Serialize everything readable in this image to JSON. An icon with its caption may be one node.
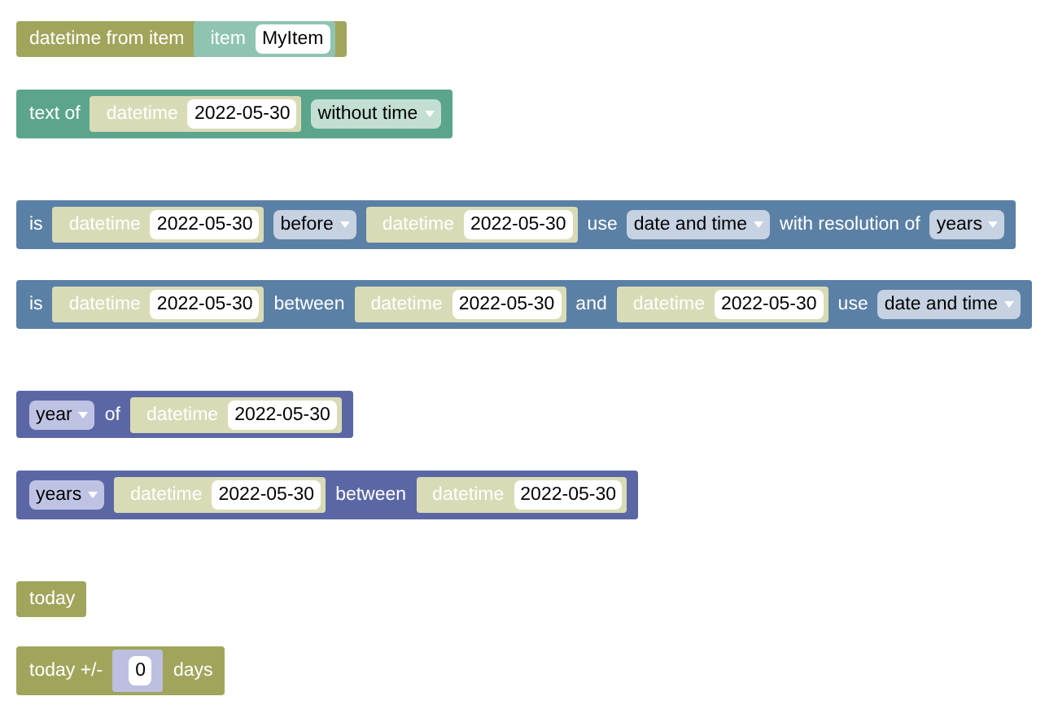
{
  "diagram": {
    "nodes": [
      {
        "text": [
          "datetime from item"
        ]
      },
      {
        "text": [
          "item"
        ],
        "in": 0
      },
      {
        "text": [
          "MyItem"
        ],
        "in": 1
      },
      {
        "text": [
          "text of"
        ]
      },
      {
        "text": [
          "datetime"
        ],
        "in": 3
      },
      {
        "text": [
          "2022-05-30"
        ],
        "in": 4
      },
      {
        "text": [
          "without time"
        ],
        "in": 3
      },
      {
        "text": [
          "is",
          "use",
          "with resolution of"
        ]
      },
      {
        "text": [
          "datetime"
        ],
        "in": 7
      },
      {
        "text": [
          "2022-05-30"
        ],
        "in": 8
      },
      {
        "text": [
          "before"
        ],
        "in": 7
      },
      {
        "text": [
          "datetime"
        ],
        "in": 7
      },
      {
        "text": [
          "2022-05-30"
        ],
        "in": 11
      },
      {
        "text": [
          "date and time"
        ],
        "in": 7
      },
      {
        "text": [
          "years"
        ],
        "in": 7
      },
      {
        "text": [
          "is",
          "between",
          "and",
          "use"
        ]
      },
      {
        "text": [
          "datetime"
        ],
        "in": 15
      },
      {
        "text": [
          "2022-05-30"
        ],
        "in": 16
      },
      {
        "text": [
          "datetime"
        ],
        "in": 15
      },
      {
        "text": [
          "2022-05-30"
        ],
        "in": 18
      },
      {
        "text": [
          "datetime"
        ],
        "in": 15
      },
      {
        "text": [
          "2022-05-30"
        ],
        "in": 20
      },
      {
        "text": [
          "date and time"
        ],
        "in": 15
      },
      {
        "text": [
          "of"
        ]
      },
      {
        "text": [
          "year"
        ],
        "in": 23
      },
      {
        "text": [
          "datetime"
        ],
        "in": 23
      },
      {
        "text": [
          "2022-05-30"
        ],
        "in": 25
      },
      {
        "text": [
          "between"
        ]
      },
      {
        "text": [
          "years"
        ],
        "in": 27
      },
      {
        "text": [
          "datetime"
        ],
        "in": 27
      },
      {
        "text": [
          "2022-05-30"
        ],
        "in": 29
      },
      {
        "text": [
          "datetime"
        ],
        "in": 27
      },
      {
        "text": [
          "2022-05-30"
        ],
        "in": 31
      },
      {
        "text": [
          "today"
        ]
      },
      {
        "text": [
          "today +/-",
          "days"
        ]
      },
      {
        "text": [],
        "shape": "box",
        "in": 34
      },
      {
        "text": [
          "0"
        ],
        "in": 35
      }
    ]
  }
}
